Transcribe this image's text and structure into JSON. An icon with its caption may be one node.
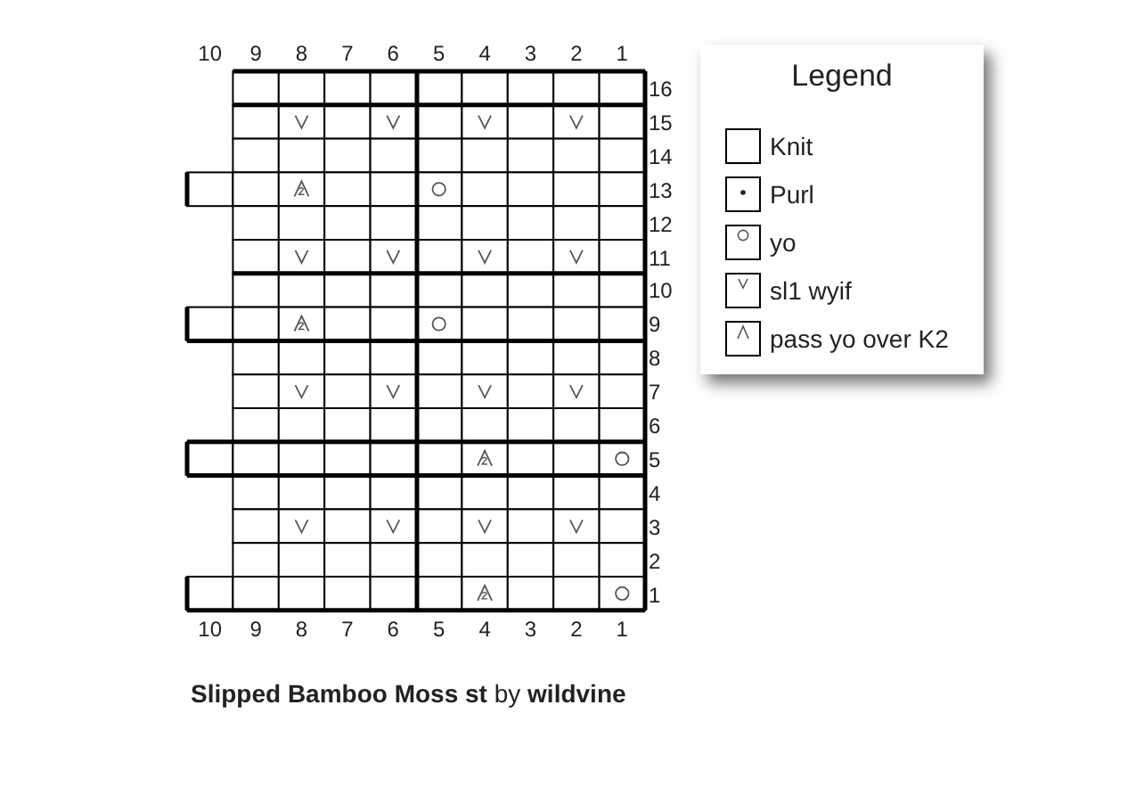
{
  "diagram": {
    "title": "**Slipped Bamboo Moss st** by **wildvine**",
    "labels": [
      "10",
      "9",
      "8",
      "7",
      "6",
      "5",
      "4",
      "3",
      "2",
      "1",
      "16",
      "15",
      "14",
      "13",
      "12",
      "11",
      "10",
      "9",
      "8",
      "7",
      "6",
      "5",
      "4",
      "3",
      "2",
      "1",
      "10",
      "9",
      "8",
      "7",
      "6",
      "5",
      "4",
      "3",
      "2",
      "1",
      "Legend"
    ],
    "legend": [
      {
        "text": "Knit"
      },
      {
        "text": "Purl"
      },
      {
        "text": "yo"
      },
      {
        "text": "sl1 wyif"
      },
      {
        "text": "pass yo over K2"
      }
    ]
  }
}
